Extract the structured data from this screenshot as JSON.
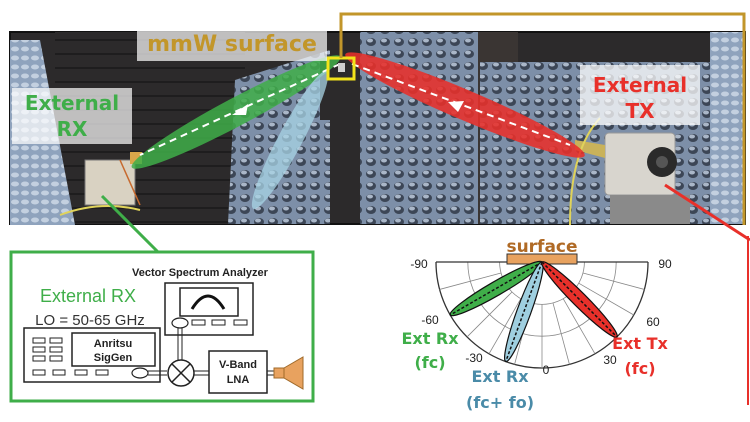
{
  "photo": {
    "surface_label": "mmW surface",
    "rx_label_line1": "External",
    "rx_label_line2": "RX",
    "tx_label_line1": "External",
    "tx_label_line2": "TX"
  },
  "schematic": {
    "title": "External RX",
    "lo_text": "LO = 50-65 GHz",
    "vsa_label": "Vector Spectrum Analyzer",
    "siggen_line1": "Anritsu",
    "siggen_line2": "SigGen",
    "lna_line1": "V-Band",
    "lna_line2": "LNA"
  },
  "polar": {
    "surface_label": "surface",
    "angle_ticks": [
      "-90",
      "-60",
      "-30",
      "0",
      "30",
      "60",
      "90"
    ],
    "beams": [
      {
        "name": "Ext Rx",
        "sub": "(fc)",
        "angle_deg": -60,
        "color": "#3fae49"
      },
      {
        "name": "Ext Rx",
        "sub": "(fc+ fo)",
        "angle_deg": -20,
        "color": "#9fcfe0"
      },
      {
        "name": "Ext Tx",
        "sub": "(fc)",
        "angle_deg": 45,
        "color": "#e8302a"
      }
    ]
  },
  "colors": {
    "green": "#3fae49",
    "red": "#e8302a",
    "blue_text": "#4a8ba8",
    "gold": "#c2962a",
    "surface_fill": "#e8a25f",
    "surface_text": "#b06a25"
  }
}
